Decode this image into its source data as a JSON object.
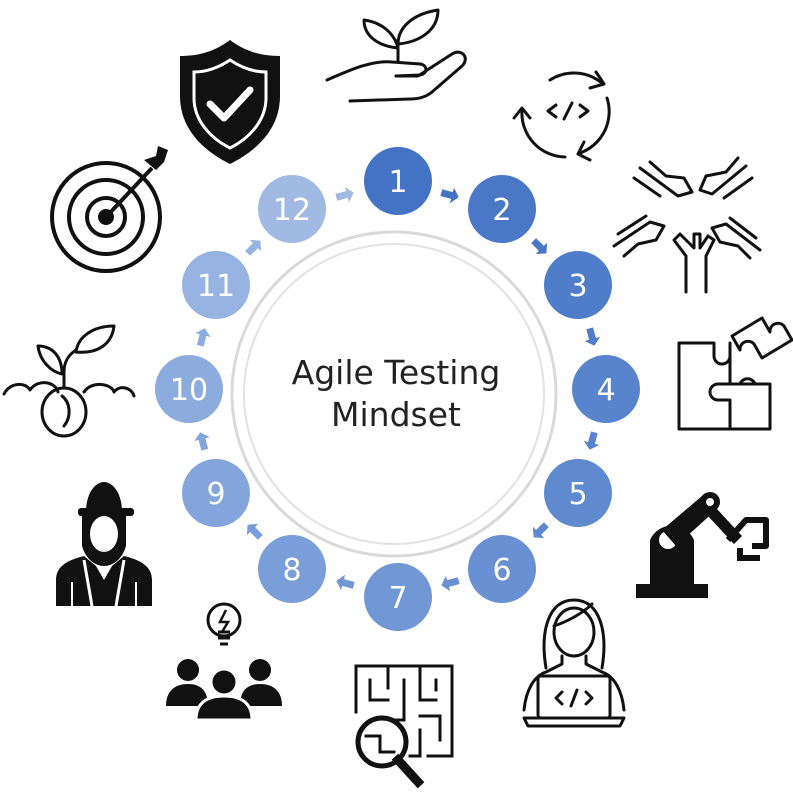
{
  "center": {
    "line1": "Agile Testing",
    "line2": "Mindset"
  },
  "steps": [
    {
      "label": "1",
      "color": "#4472c4"
    },
    {
      "label": "2",
      "color": "#4a78c7"
    },
    {
      "label": "3",
      "color": "#507dca"
    },
    {
      "label": "4",
      "color": "#5884cd"
    },
    {
      "label": "5",
      "color": "#608ad0"
    },
    {
      "label": "6",
      "color": "#6890d2"
    },
    {
      "label": "7",
      "color": "#7197d5"
    },
    {
      "label": "8",
      "color": "#7a9ed8"
    },
    {
      "label": "9",
      "color": "#84a5db"
    },
    {
      "label": "10",
      "color": "#8dacde"
    },
    {
      "label": "11",
      "color": "#97b3e1"
    },
    {
      "label": "12",
      "color": "#a1bae4"
    }
  ],
  "icons": [
    "plant-in-hand-icon",
    "code-cycle-icon",
    "teamwork-hands-icon",
    "puzzle-icon",
    "robot-arm-icon",
    "developer-laptop-icon",
    "maze-magnifier-icon",
    "team-idea-icon",
    "worker-helmet-icon",
    "sprouting-seed-icon",
    "target-arrow-icon",
    "shield-check-icon"
  ],
  "colors": {
    "accent": "#4472c4",
    "ring": "#d9d9d9",
    "icon": "#111111"
  }
}
